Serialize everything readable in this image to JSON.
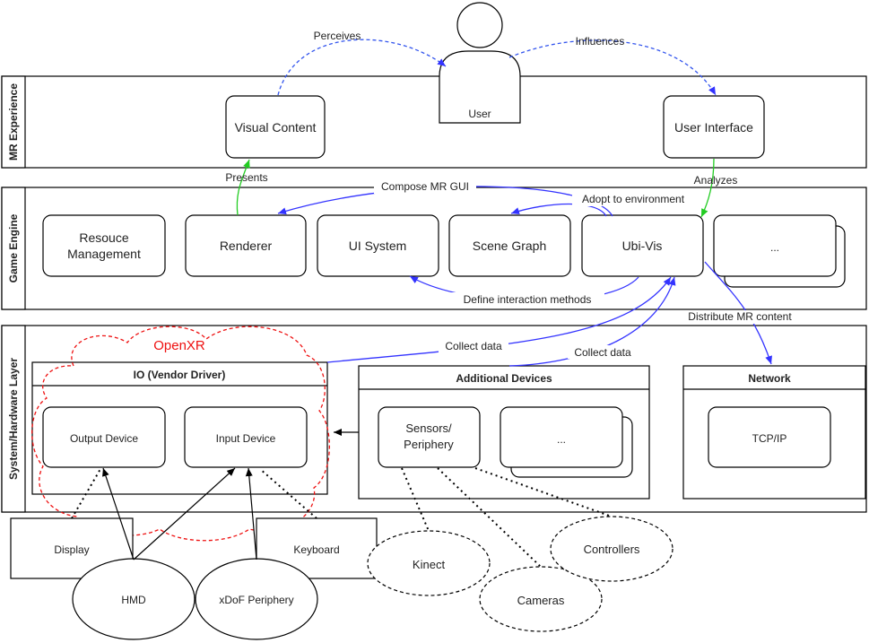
{
  "colors": {
    "blue": "#3333ff",
    "blue_dashed": "#3355ee",
    "green": "#22cc22",
    "red": "#ee1111",
    "stroke": "#000000"
  },
  "user": {
    "label": "User"
  },
  "bands": {
    "mr_experience": "MR Experience",
    "game_engine": "Game Engine",
    "system_layer": "System/Hardware Layer"
  },
  "mr_experience": {
    "visual_content": "Visual Content",
    "user_interface": "User Interface"
  },
  "game_engine": {
    "resource_management_1": "Resouce",
    "resource_management_2": "Management",
    "renderer": "Renderer",
    "ui_system": "UI System",
    "scene_graph": "Scene Graph",
    "ubi_vis": "Ubi-Vis",
    "more": "..."
  },
  "system_layer": {
    "openxr": "OpenXR",
    "io_header": "IO (Vendor Driver)",
    "output_device": "Output Device",
    "input_device": "Input Device",
    "additional_header": "Additional Devices",
    "sensors_1": "Sensors/",
    "sensors_2": "Periphery",
    "more": "...",
    "network_header": "Network",
    "tcpip": "TCP/IP"
  },
  "hardware": {
    "display": "Display",
    "keyboard": "Keyboard",
    "hmd": "HMD",
    "xdof": "xDoF Periphery",
    "kinect": "Kinect",
    "cameras": "Cameras",
    "controllers": "Controllers"
  },
  "edges": {
    "perceives": "Perceives",
    "influences": "Influences",
    "presents": "Presents",
    "analyzes": "Analyzes",
    "compose_gui": "Compose MR GUI",
    "adopt_env": "Adopt to environment",
    "define_interaction": "Define interaction methods",
    "distribute_content": "Distribute MR content",
    "collect_data_1": "Collect data",
    "collect_data_2": "Collect data"
  }
}
